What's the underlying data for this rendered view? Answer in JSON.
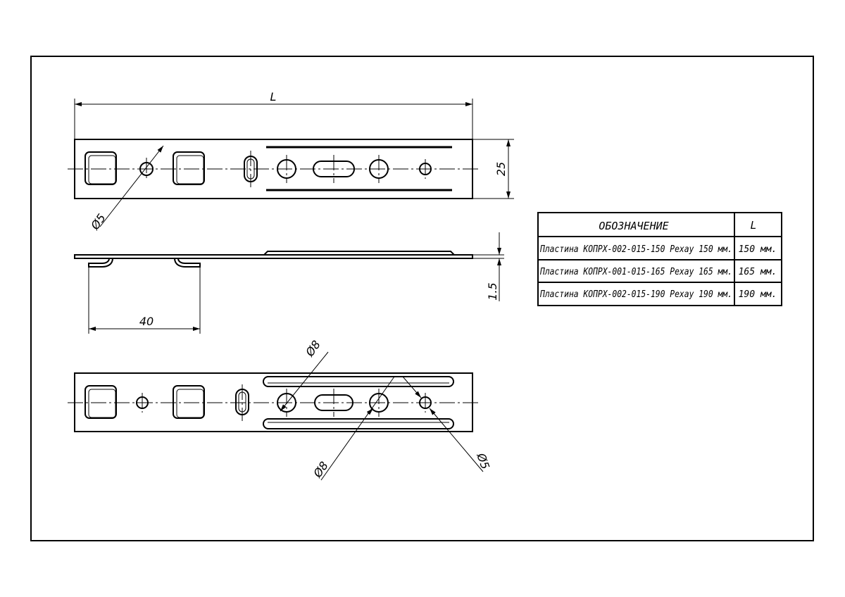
{
  "drawing": {
    "dim_length": "L",
    "dim_width": "25",
    "dim_thickness": "1.5",
    "dim_offset": "40",
    "dia_small_top": "Ø5",
    "dia_8_upper": "Ø8",
    "dia_8_lower": "Ø8",
    "dia_5_bottom": "Ø5"
  },
  "table": {
    "headers": [
      "ОБОЗНАЧЕНИЕ",
      "L"
    ],
    "rows": [
      {
        "name": "Пластина КОПРХ-002-015-150 Рехау 150 мм.",
        "length": "150 мм."
      },
      {
        "name": "Пластина КОПРХ-001-015-165 Рехау 165 мм.",
        "length": "165 мм."
      },
      {
        "name": "Пластина КОПРХ-002-015-190 Рехау 190 мм.",
        "length": "190 мм."
      }
    ]
  }
}
